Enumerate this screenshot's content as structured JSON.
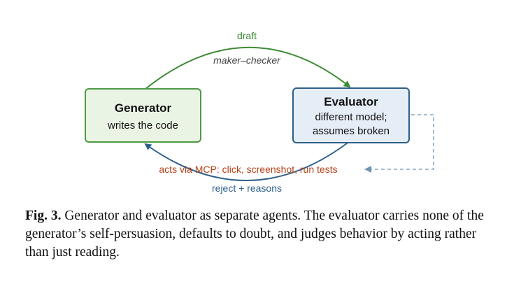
{
  "nodes": {
    "generator": {
      "title": "Generator",
      "subtitle": "writes the code",
      "fill": "#eaf4e5",
      "stroke": "#4e9a45"
    },
    "evaluator": {
      "title": "Evaluator",
      "line1": "different model;",
      "line2": "assumes broken",
      "fill": "#e5eef6",
      "stroke": "#2e5f8a"
    }
  },
  "edges": {
    "top_label": "draft",
    "top_sublabel": "maker–checker",
    "actions_label": "acts via MCP: click, screenshot, run tests",
    "bottom_label": "reject + reasons"
  },
  "colors": {
    "green": "#3d8a34",
    "blue": "#2e5f8a",
    "orange": "#b5421a",
    "dash": "#6f93b5",
    "gray_text": "#444444"
  },
  "caption": {
    "label": "Fig. 3.",
    "text": " Generator and evaluator as separate agents. The evaluator carries none of the generator’s self-persuasion, defaults to doubt, and judges behavior by acting rather than just reading."
  }
}
